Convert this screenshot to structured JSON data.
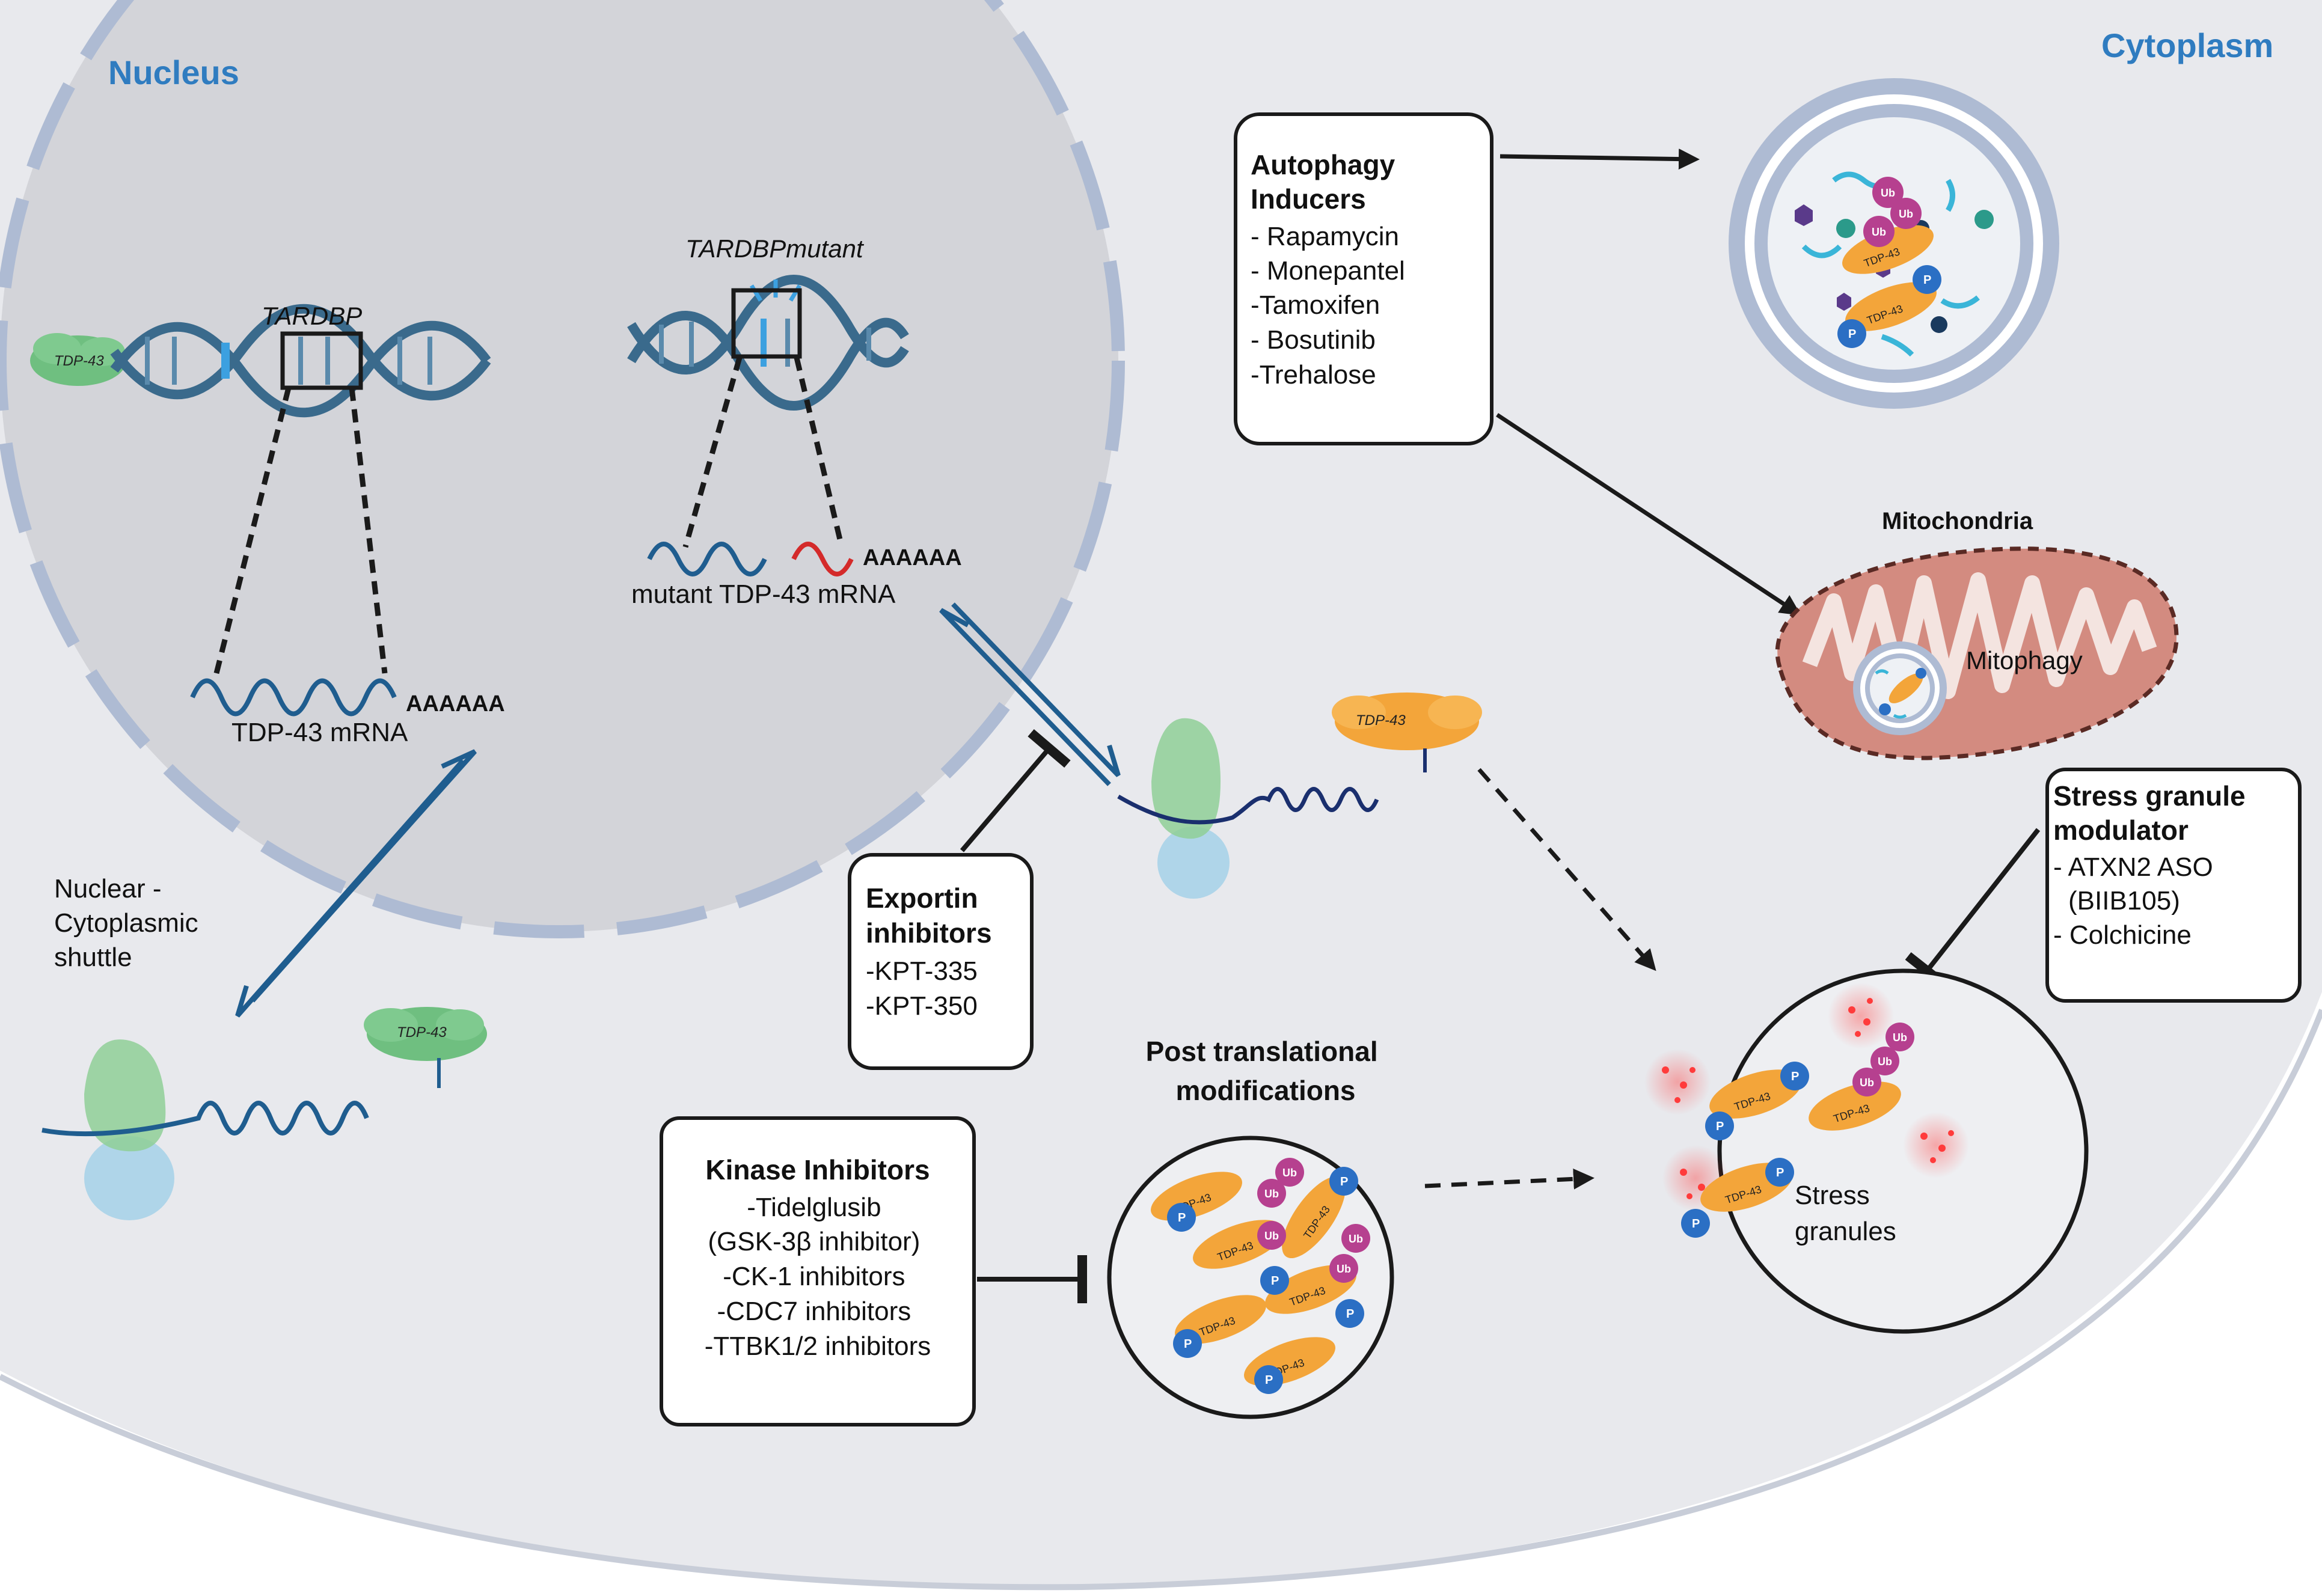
{
  "regions": {
    "nucleus": "Nucleus",
    "cytoplasm": "Cytoplasm"
  },
  "nucleus_content": {
    "gene_wt": "TARDBP",
    "gene_mut": "TARDBPmutant",
    "mrna_wt": "TDP-43 mRNA",
    "mrna_mut": "mutant TDP-43 mRNA",
    "polya": "AAAAAA"
  },
  "shuttle_label": [
    "Nuclear -",
    "Cytoplasmic",
    "shuttle"
  ],
  "protein_label": "TDP-43",
  "p_label": "P",
  "ub_label": "Ub",
  "autophagy": {
    "title": [
      "Autophagy",
      "Inducers"
    ],
    "items": [
      "- Rapamycin",
      "- Monepantel",
      "-Tamoxifen",
      "- Bosutinib",
      "-Trehalose"
    ]
  },
  "mitochondria": {
    "title": "Mitochondria",
    "mitophagy": "Mitophagy"
  },
  "exportin": {
    "title": [
      "Exportin",
      "inhibitors"
    ],
    "items": [
      "-KPT-335",
      "-KPT-350"
    ]
  },
  "ptm": {
    "title": [
      "Post translational",
      "modifications"
    ]
  },
  "kinase": {
    "title": "Kinase Inhibitors",
    "items": [
      "-Tidelglusib",
      "(GSK-3β inhibitor)",
      "-CK-1 inhibitors",
      "-CDC7 inhibitors",
      "-TTBK1/2 inhibitors"
    ]
  },
  "stress_mod": {
    "title": [
      "Stress granule",
      "modulator"
    ],
    "items": [
      "- ATXN2 ASO",
      "(BIIB105)",
      "- Colchicine"
    ]
  },
  "stress_granules": [
    "Stress",
    "granules"
  ],
  "colors": {
    "cell": "#e8e9ed",
    "nucleus": "#d3d4d9",
    "membrane": "#aebbd3",
    "membrane_edge": "#8b9bb8",
    "dna": "#3a6a8c",
    "mrna": "#1f5d8f",
    "mutation": "#d42a2a",
    "tdp43": "#f3a53a",
    "p": "#2b6fc4",
    "ub": "#b6408f",
    "green_protein": "#6fbf80",
    "mito": "#d38b80",
    "accent": "#2f7cc0"
  }
}
